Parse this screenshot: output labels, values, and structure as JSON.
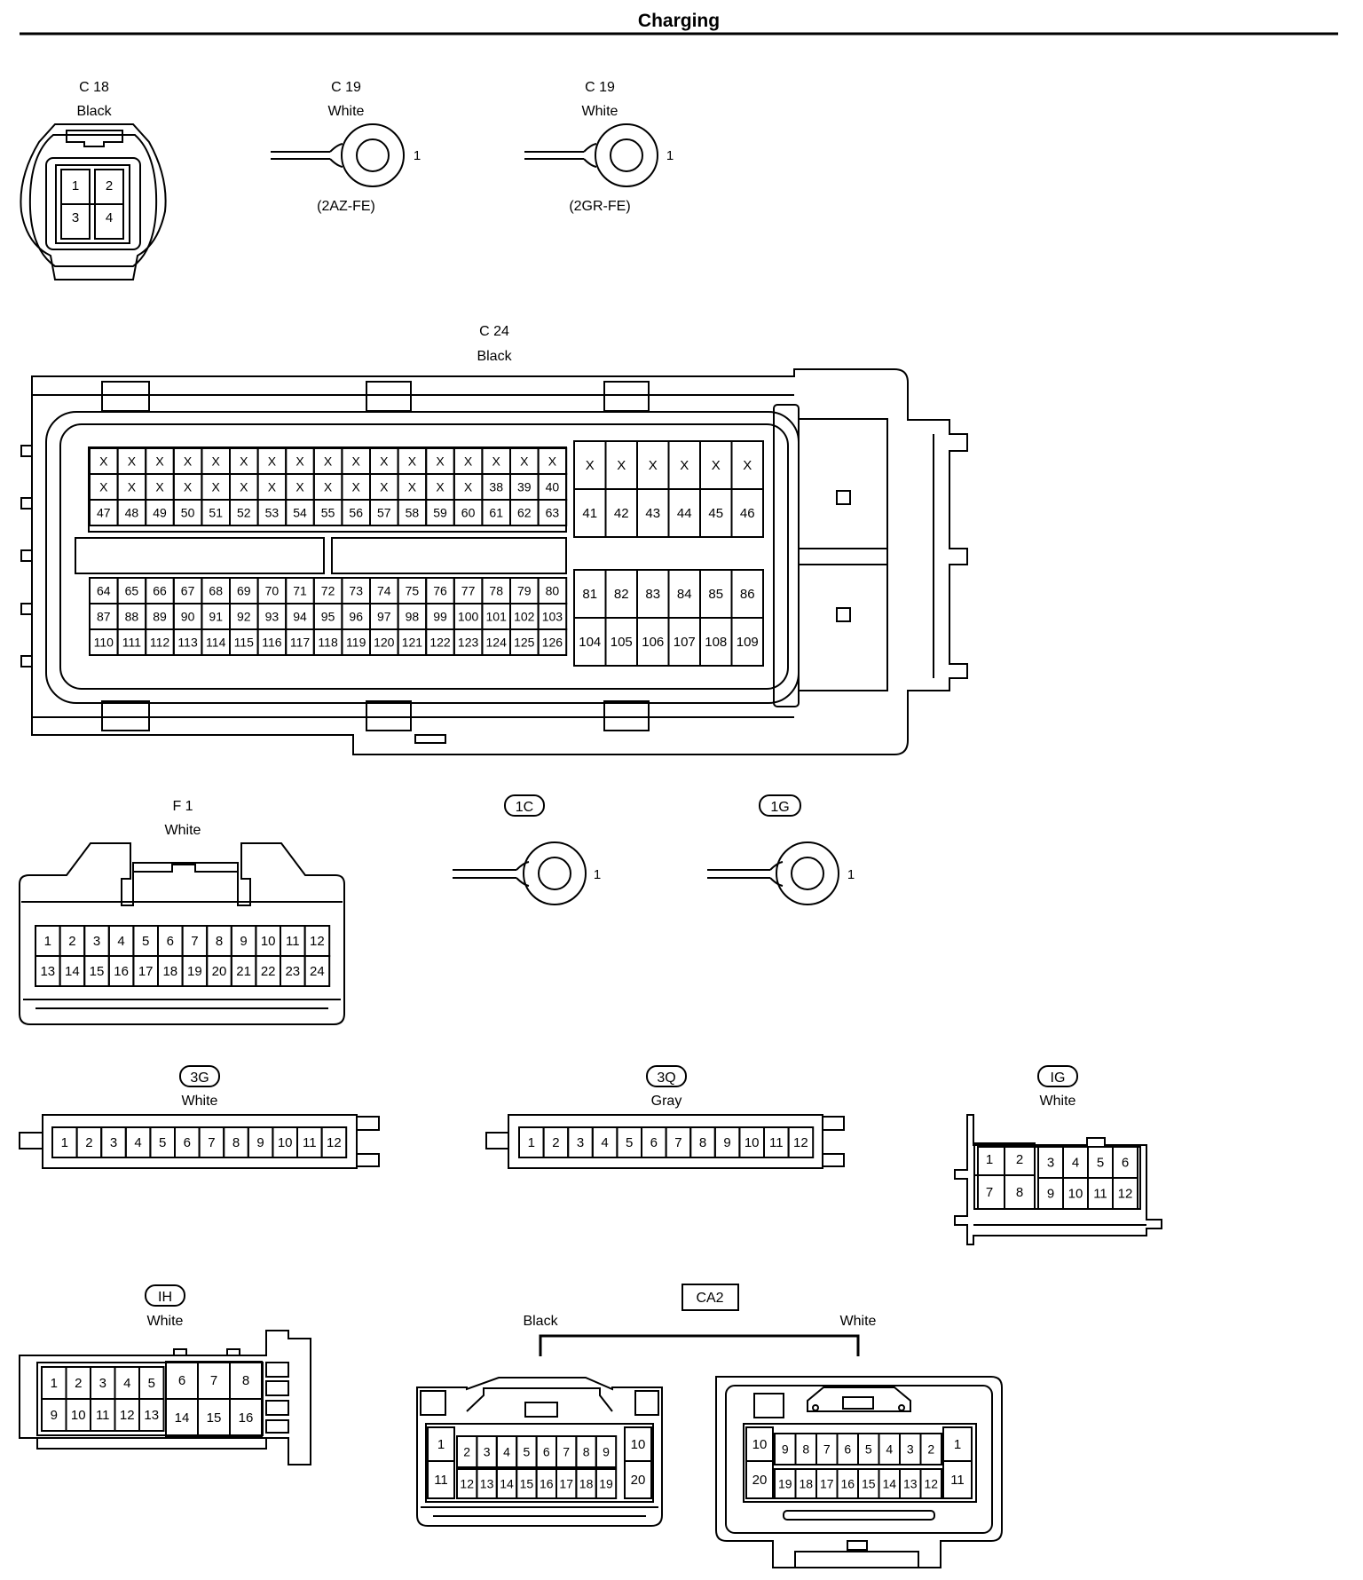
{
  "page": {
    "title": "Charging"
  },
  "connectors": {
    "c18": {
      "code": "C 18",
      "color": "Black",
      "pins": [
        "1",
        "2",
        "3",
        "4"
      ]
    },
    "c19a": {
      "code": "C 19",
      "color": "White",
      "pin": "1",
      "variant": "(2AZ-FE)"
    },
    "c19b": {
      "code": "C 19",
      "color": "White",
      "pin": "1",
      "variant": "(2GR-FE)"
    },
    "c24": {
      "code": "C 24",
      "color": "Black",
      "left_upper_rows": [
        [
          "X",
          "X",
          "X",
          "X",
          "X",
          "X",
          "X",
          "X",
          "X",
          "X",
          "X",
          "X",
          "X",
          "X",
          "X",
          "X",
          "X"
        ],
        [
          "X",
          "X",
          "X",
          "X",
          "X",
          "X",
          "X",
          "X",
          "X",
          "X",
          "X",
          "X",
          "X",
          "X",
          "38",
          "39",
          "40"
        ],
        [
          "47",
          "48",
          "49",
          "50",
          "51",
          "52",
          "53",
          "54",
          "55",
          "56",
          "57",
          "58",
          "59",
          "60",
          "61",
          "62",
          "63"
        ]
      ],
      "left_lower_rows": [
        [
          "64",
          "65",
          "66",
          "67",
          "68",
          "69",
          "70",
          "71",
          "72",
          "73",
          "74",
          "75",
          "76",
          "77",
          "78",
          "79",
          "80"
        ],
        [
          "87",
          "88",
          "89",
          "90",
          "91",
          "92",
          "93",
          "94",
          "95",
          "96",
          "97",
          "98",
          "99",
          "100",
          "101",
          "102",
          "103"
        ],
        [
          "110",
          "111",
          "112",
          "113",
          "114",
          "115",
          "116",
          "117",
          "118",
          "119",
          "120",
          "121",
          "122",
          "123",
          "124",
          "125",
          "126"
        ]
      ],
      "right_upper_rows": [
        [
          "X",
          "X",
          "X",
          "X",
          "X",
          "X"
        ],
        [
          "41",
          "42",
          "43",
          "44",
          "45",
          "46"
        ]
      ],
      "right_lower_rows": [
        [
          "81",
          "82",
          "83",
          "84",
          "85",
          "86"
        ],
        [
          "104",
          "105",
          "106",
          "107",
          "108",
          "109"
        ]
      ]
    },
    "f1": {
      "code": "F 1",
      "color": "White",
      "rows": [
        [
          "1",
          "2",
          "3",
          "4",
          "5",
          "6",
          "7",
          "8",
          "9",
          "10",
          "11",
          "12"
        ],
        [
          "13",
          "14",
          "15",
          "16",
          "17",
          "18",
          "19",
          "20",
          "21",
          "22",
          "23",
          "24"
        ]
      ]
    },
    "j1c": {
      "code": "1C",
      "pin": "1"
    },
    "j1g": {
      "code": "1G",
      "pin": "1"
    },
    "j3g": {
      "code": "3G",
      "color": "White",
      "pins": [
        "1",
        "2",
        "3",
        "4",
        "5",
        "6",
        "7",
        "8",
        "9",
        "10",
        "11",
        "12"
      ]
    },
    "j3q": {
      "code": "3Q",
      "color": "Gray",
      "pins": [
        "1",
        "2",
        "3",
        "4",
        "5",
        "6",
        "7",
        "8",
        "9",
        "10",
        "11",
        "12"
      ]
    },
    "ig": {
      "code": "IG",
      "color": "White",
      "wide_pins": [
        "1",
        "2",
        "7",
        "8"
      ],
      "narrow_rows": [
        [
          "3",
          "4",
          "5",
          "6"
        ],
        [
          "9",
          "10",
          "11",
          "12"
        ]
      ]
    },
    "ih": {
      "code": "IH",
      "color": "White",
      "small_rows": [
        [
          "1",
          "2",
          "3",
          "4",
          "5"
        ],
        [
          "9",
          "10",
          "11",
          "12",
          "13"
        ]
      ],
      "large_rows": [
        [
          "6",
          "7",
          "8"
        ],
        [
          "14",
          "15",
          "16"
        ]
      ]
    },
    "ca2": {
      "code": "CA2",
      "black_label": "Black",
      "white_label": "White",
      "black": {
        "top_left": "1",
        "top_mid": [
          "2",
          "3",
          "4",
          "5",
          "6",
          "7",
          "8",
          "9"
        ],
        "top_right": "10",
        "bottom_left": "11",
        "bottom_mid": [
          "12",
          "13",
          "14",
          "15",
          "16",
          "17",
          "18",
          "19"
        ],
        "bottom_right": "20"
      },
      "white": {
        "top_left": "10",
        "top_mid": [
          "9",
          "8",
          "7",
          "6",
          "5",
          "4",
          "3",
          "2"
        ],
        "top_right": "1",
        "bottom_left": "20",
        "bottom_mid": [
          "19",
          "18",
          "17",
          "16",
          "15",
          "14",
          "13",
          "12"
        ],
        "bottom_right": "11"
      }
    }
  }
}
